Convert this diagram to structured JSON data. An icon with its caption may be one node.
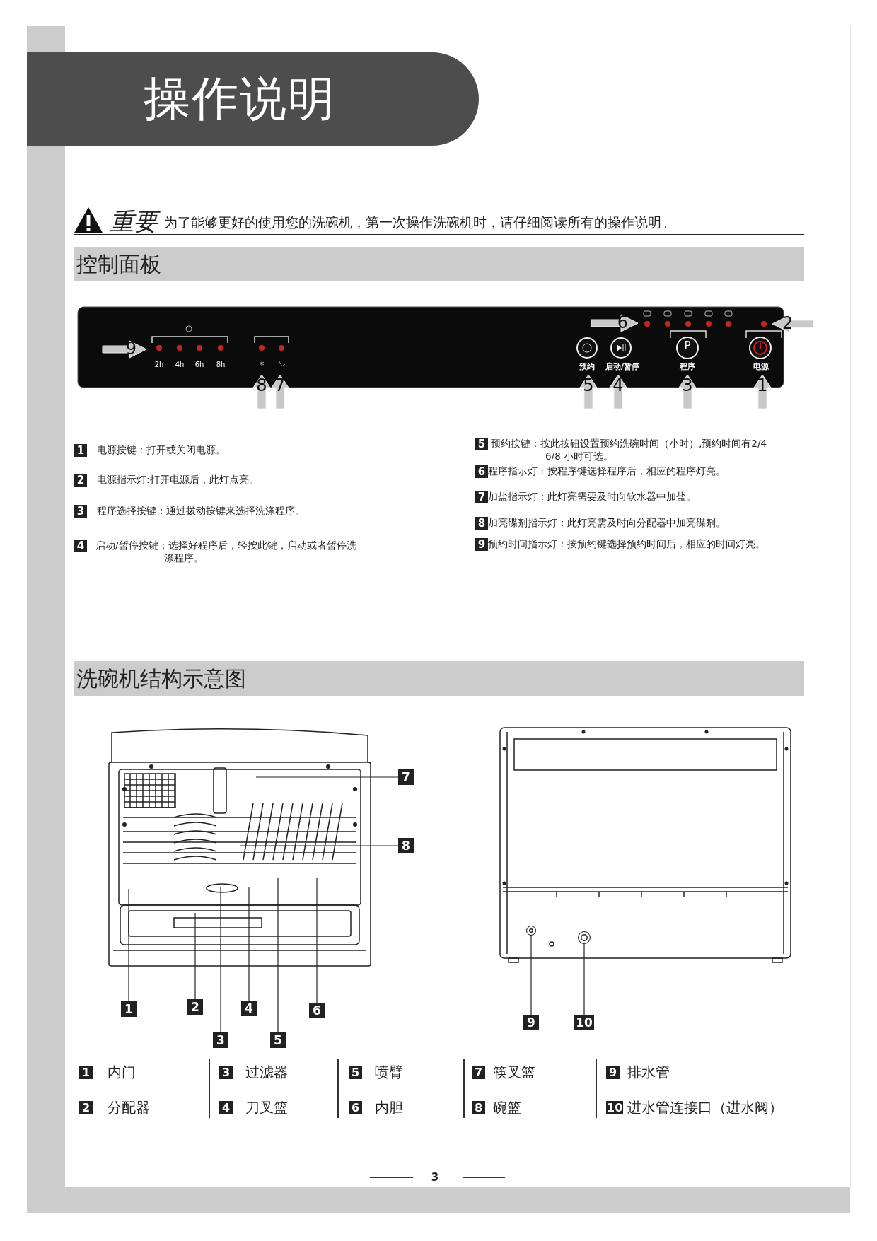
{
  "diagram": {
    "title": "操作说明",
    "nodes": [
      {
        "text": [
          "控制面板"
        ]
      },
      {
        "text": [
          "洗碗机结构示意图"
        ]
      },
      {
        "text": [
          "1"
        ]
      },
      {
        "text": [
          "2"
        ]
      },
      {
        "text": [
          "3"
        ]
      },
      {
        "text": [
          "4"
        ]
      },
      {
        "text": [
          "5"
        ]
      },
      {
        "text": [
          "6"
        ]
      },
      {
        "text": [
          "7"
        ]
      },
      {
        "text": [
          "8"
        ]
      },
      {
        "text": [
          "9"
        ]
      },
      {
        "text": [
          "10"
        ]
      },
      {
        "text": [],
        "shape": "circle"
      },
      {
        "text": [],
        "shape": "circle"
      }
    ],
    "edges": [
      {
        "from": 2,
        "to": null,
        "arrow": "none"
      },
      {
        "from": 3,
        "to": null,
        "arrow": "none"
      },
      {
        "from": 4,
        "to": null,
        "arrow": "none"
      },
      {
        "from": 5,
        "to": null,
        "arrow": "none"
      },
      {
        "from": 6,
        "to": null,
        "arrow": "none"
      },
      {
        "from": 7,
        "to": null,
        "arrow": "none"
      },
      {
        "from": 8,
        "to": null,
        "arrow": "none"
      },
      {
        "from": 9,
        "to": null,
        "arrow": "none"
      },
      {
        "from": 10,
        "to": 12,
        "arrow": "none"
      },
      {
        "from": 11,
        "to": 13,
        "arrow": "none"
      }
    ],
    "labels": [
      "重要",
      "为了能够更好的使用您的洗碗机，第一次操作洗碗机时，请仔细阅读所有的操作说明。",
      "6",
      "2",
      "9",
      "2h",
      "4h",
      "6h",
      "8h",
      "P",
      "预约",
      "启动/暂停",
      "程序",
      "电源",
      "8",
      "7",
      "5",
      "4",
      "3",
      "1",
      "1",
      "电源按键：打开或关闭电源。",
      "2",
      "电源指示灯:打开电源后，此灯点亮。",
      "3",
      "程序选择按键：通过拨动按键来选择洗涤程序。",
      "4",
      "启动/暂停按键：选择好程序后，轻按此键，启动或者暂停洗涤程序。",
      "5",
      "预约按键：按此按钮设置预约洗碗时间（小时）,预约时间有2/4 6/8 小时可选。",
      "6",
      "程序指示灯：按程序键选择程序后，相应的程序灯亮。",
      "7",
      "加盐指示灯：此灯亮需要及时向软水器中加盐。",
      "8",
      "加亮碟剂指示灯：此灯亮需及时向分配器中加亮碟剂。",
      "9",
      "预约时间指示灯：按预约键选择预约时间后，相应的时间灯亮。",
      "1",
      "内门",
      "3",
      "过滤器",
      "5",
      "喷臂",
      "7",
      "筷叉篮",
      "9",
      "排水管",
      "2",
      "分配器",
      "4",
      "刀叉篮",
      "6",
      "内胆",
      "8",
      "碗篮",
      "10",
      "进水管连接口（进水阀）",
      "3"
    ]
  }
}
